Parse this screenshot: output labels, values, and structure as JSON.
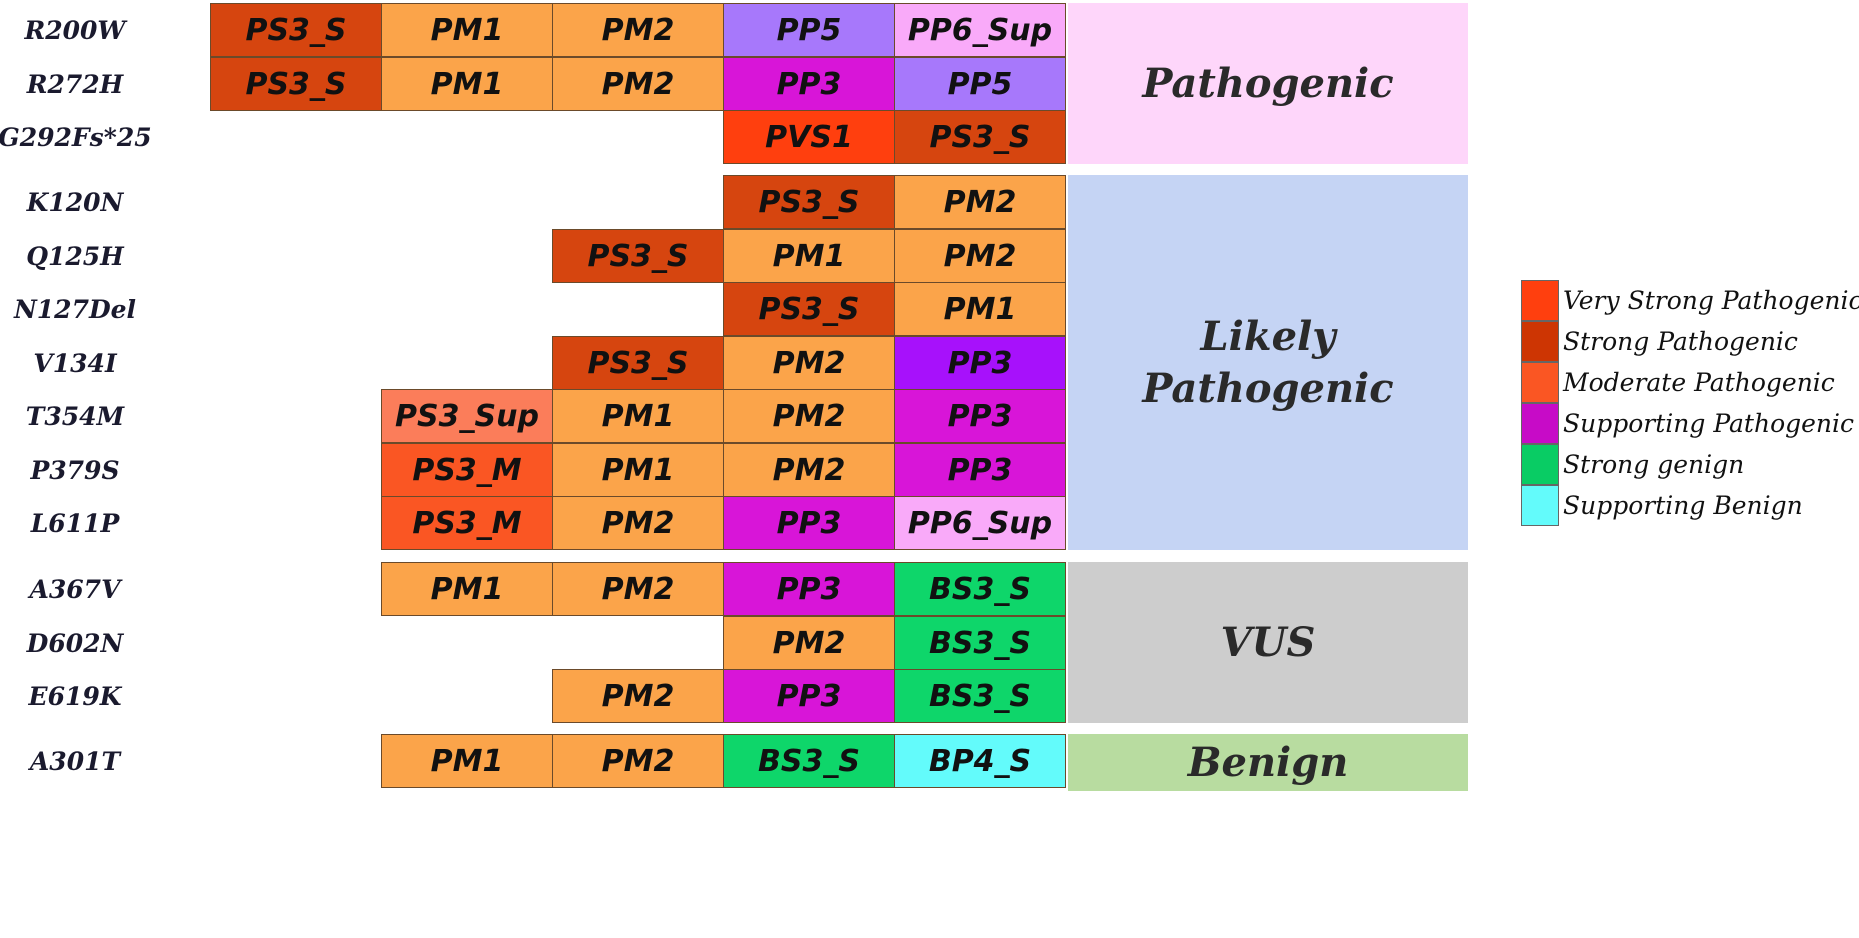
{
  "variants": [
    "R200W",
    "R272H",
    "G292Fs*25",
    "K120N",
    "Q125H",
    "N127Del",
    "V134I",
    "T354M",
    "P379S",
    "L611P",
    "A367V",
    "D602N",
    "E619K",
    "A301T"
  ],
  "criteria_rows": [
    [
      "PS3_S",
      "PM1",
      "PM2",
      "PP5",
      "PP6_Sup"
    ],
    [
      "PS3_S",
      "PM1",
      "PM2",
      "PP3",
      "PP5"
    ],
    [
      null,
      null,
      null,
      "PVS1",
      "PS3_S"
    ],
    [
      null,
      null,
      null,
      "PS3_S",
      "PM2"
    ],
    [
      null,
      null,
      "PS3_S",
      "PM1",
      "PM2"
    ],
    [
      null,
      null,
      null,
      "PS3_S",
      "PM1"
    ],
    [
      null,
      null,
      "PS3_S",
      "PM2",
      "PP3"
    ],
    [
      null,
      "PS3_Sup",
      "PM1",
      "PM2",
      "PP3"
    ],
    [
      null,
      "PS3_M",
      "PM1",
      "PM2",
      "PP3"
    ],
    [
      null,
      "PS3_M",
      "PM2",
      "PP3",
      "PP6_Sup"
    ],
    [
      null,
      "PM1",
      "PM2",
      "PP3",
      "BS3_S"
    ],
    [
      null,
      null,
      null,
      "PM2",
      "BS3_S"
    ],
    [
      null,
      null,
      "PM2",
      "PP3",
      "BS3_S"
    ],
    [
      null,
      "PM1",
      "PM2",
      "BS3_S",
      "BP4_S"
    ]
  ],
  "cell_colors": {
    "PS3_S": "#d6450f",
    "PS3_Sup": "#fb7d5a",
    "PS3_M": "#fa5623",
    "PVS1": "#ff3f0e",
    "PM1": "#fba44a",
    "PM2": "#fba44a",
    "PP5": "#a778fb",
    "PP6_Sup": "#f9aaf9",
    "PP3": "#d815d8",
    "BS3_S": "#0ed66a",
    "BP4_S": "#63fbfb"
  },
  "row_overrides": {
    "6-4": "#a711fb"
  },
  "classifications": [
    {
      "label": "Pathogenic",
      "color": "#fed6fa",
      "rows": [
        0,
        2
      ]
    },
    {
      "label": "Likely\nPathogenic",
      "color": "#c5d4f4",
      "rows": [
        3,
        9
      ]
    },
    {
      "label": "VUS",
      "color": "#cdcdcd",
      "rows": [
        10,
        12
      ]
    },
    {
      "label": "Benign",
      "color": "#b8dca0",
      "rows": [
        13,
        13
      ]
    }
  ],
  "legend": [
    {
      "label": "Very Strong Pathogenic",
      "color": "#ff3f0e"
    },
    {
      "label": "Strong Pathogenic",
      "color": "#cd3503"
    },
    {
      "label": "Moderate Pathogenic",
      "color": "#fa5623"
    },
    {
      "label": "Supporting Pathogenic",
      "color": "#c70bc7"
    },
    {
      "label": "Strong genign",
      "color": "#09cc64"
    },
    {
      "label": "Supporting Benign",
      "color": "#63fbfb"
    }
  ]
}
